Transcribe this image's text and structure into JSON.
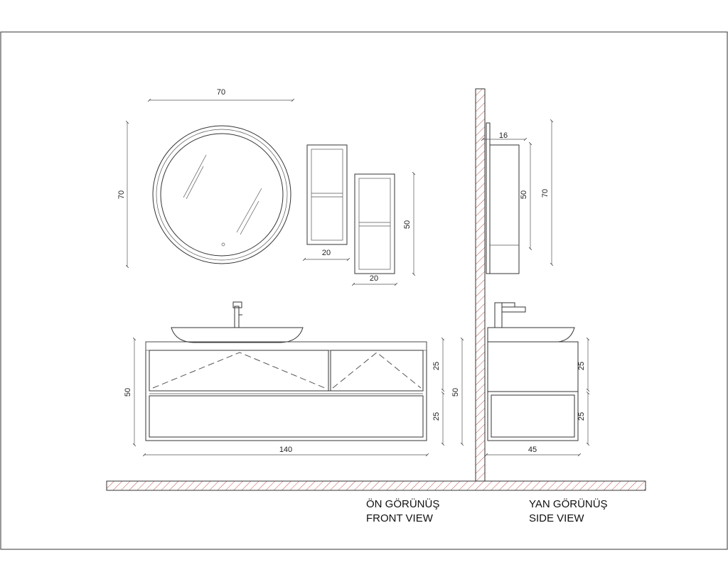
{
  "dimensions": {
    "mirror_width": "70",
    "mirror_height": "70",
    "shelf_small_width": "20",
    "shelf_large_width": "20",
    "shelf_large_height": "50",
    "side_mirror_depth": "16",
    "side_cabinet_height": "50",
    "side_mirror_height": "70",
    "vanity_height_left": "50",
    "vanity_upper_height": "25",
    "vanity_lower_height": "25",
    "vanity_height_right": "50",
    "vanity_width": "140",
    "side_upper_height": "25",
    "side_lower_height": "25",
    "side_depth": "45"
  },
  "labels": {
    "front_tr": "ÖN GÖRÜNÜŞ",
    "front_en": "FRONT VIEW",
    "side_tr": "YAN GÖRÜNÜŞ",
    "side_en": "SIDE VIEW"
  },
  "colors": {
    "line": "#333333",
    "hatch": "#c0504d"
  }
}
